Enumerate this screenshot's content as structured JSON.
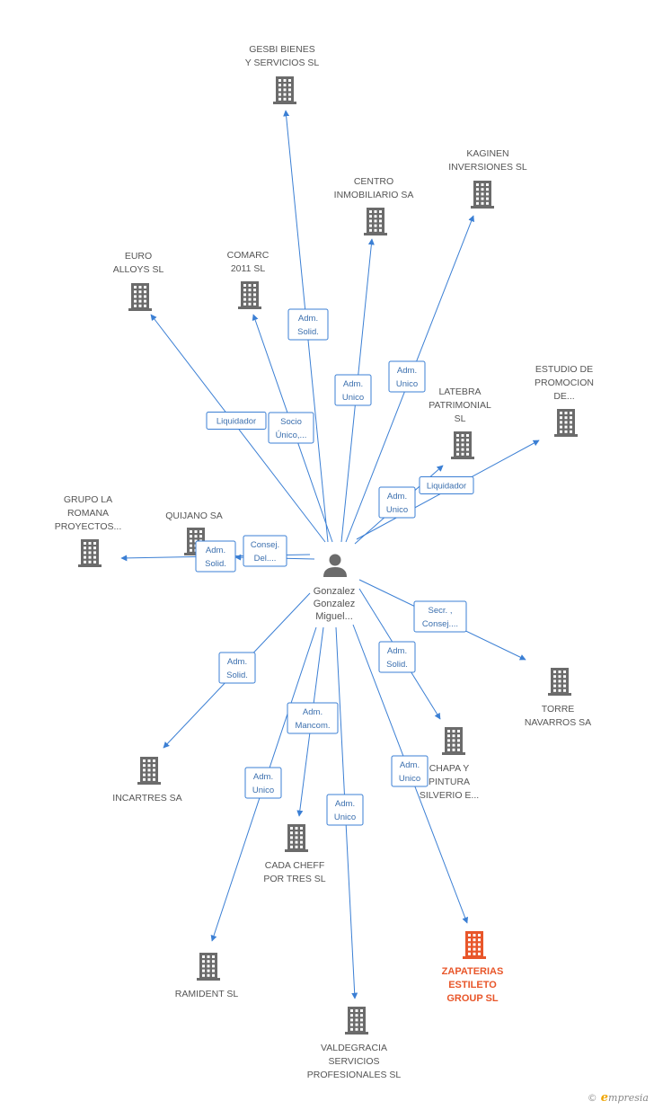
{
  "center": {
    "name_lines": [
      "Gonzalez",
      "Gonzalez",
      "Miguel..."
    ]
  },
  "nodes": [
    {
      "id": "gesbi",
      "lines": [
        "GESBI BIENES",
        "Y SERVICIOS  SL"
      ]
    },
    {
      "id": "kaginen",
      "lines": [
        "KAGINEN",
        "INVERSIONES SL"
      ]
    },
    {
      "id": "centro",
      "lines": [
        "CENTRO",
        "INMOBILIARIO SA"
      ]
    },
    {
      "id": "euro",
      "lines": [
        "EURO",
        "ALLOYS SL"
      ]
    },
    {
      "id": "comarc",
      "lines": [
        "COMARC",
        "2011 SL"
      ]
    },
    {
      "id": "latebra",
      "lines": [
        "LATEBRA",
        "PATRIMONIAL",
        "SL"
      ]
    },
    {
      "id": "estudio",
      "lines": [
        "ESTUDIO DE",
        "PROMOCION",
        "DE..."
      ]
    },
    {
      "id": "grupo",
      "lines": [
        "GRUPO LA",
        "ROMANA",
        "PROYECTOS..."
      ]
    },
    {
      "id": "quijano",
      "lines": [
        "QUIJANO SA"
      ]
    },
    {
      "id": "torre",
      "lines": [
        "TORRE",
        "NAVARROS SA"
      ]
    },
    {
      "id": "chapa",
      "lines": [
        "CHAPA Y",
        "PINTURA",
        "SILVERIO E..."
      ]
    },
    {
      "id": "incartres",
      "lines": [
        "INCARTRES SA"
      ]
    },
    {
      "id": "cada",
      "lines": [
        "CADA CHEFF",
        "POR TRES SL"
      ]
    },
    {
      "id": "ramident",
      "lines": [
        "RAMIDENT  SL"
      ]
    },
    {
      "id": "zapaterias",
      "lines": [
        "ZAPATERIAS",
        "ESTILETO",
        "GROUP SL"
      ],
      "highlight": true
    },
    {
      "id": "valdegracia",
      "lines": [
        "VALDEGRACIA",
        "SERVICIOS",
        "PROFESIONALES SL"
      ]
    }
  ],
  "edges": [
    {
      "target": "gesbi",
      "label_lines": [
        "Adm.",
        "Solid."
      ]
    },
    {
      "target": "centro",
      "label_lines": [
        "Adm.",
        "Unico"
      ]
    },
    {
      "target": "kaginen",
      "label_lines": [
        "Adm.",
        "Unico"
      ]
    },
    {
      "target": "euro",
      "label_lines": [
        "Liquidador"
      ]
    },
    {
      "target": "comarc",
      "label_lines": [
        "Socio",
        "Único,..."
      ]
    },
    {
      "target": "latebra",
      "label_lines": [
        "Adm.",
        "Unico"
      ]
    },
    {
      "target": "estudio",
      "label_lines": [
        "Liquidador"
      ]
    },
    {
      "target": "grupo",
      "label_lines": [
        "Adm.",
        "Solid."
      ]
    },
    {
      "target": "quijano",
      "label_lines": [
        "Consej.",
        "Del...."
      ]
    },
    {
      "target": "torre",
      "label_lines": [
        "Secr. ,",
        "Consej...."
      ]
    },
    {
      "target": "chapa",
      "label_lines": [
        "Adm.",
        "Solid."
      ]
    },
    {
      "target": "incartres",
      "label_lines": [
        "Adm.",
        "Solid."
      ]
    },
    {
      "target": "cada",
      "label_lines": [
        "Adm.",
        "Mancom."
      ]
    },
    {
      "target": "ramident",
      "label_lines": [
        "Adm.",
        "Unico"
      ]
    },
    {
      "target": "valdegracia",
      "label_lines": [
        "Adm.",
        "Unico"
      ]
    },
    {
      "target": "zapaterias",
      "label_lines": [
        "Adm.",
        "Unico"
      ]
    }
  ],
  "colors": {
    "edge": "#3b7fd4",
    "building": "#6b6b6b",
    "highlight": "#e8562a",
    "label": "#555555"
  },
  "icons": {
    "node": "building-icon",
    "center": "person-icon"
  },
  "brand": {
    "copyright": "©",
    "name_first": "e",
    "name_rest": "mpresia"
  }
}
